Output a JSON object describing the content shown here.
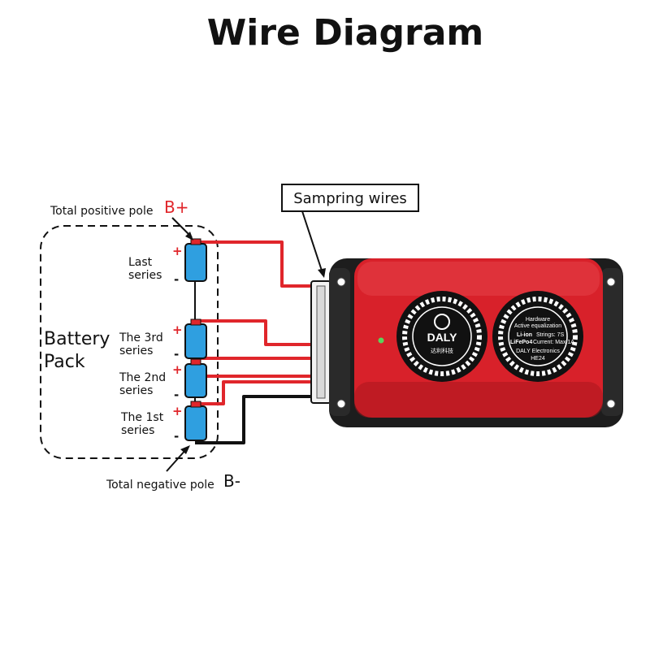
{
  "title": "Wire Diagram",
  "callout": "Sampring wires",
  "positive_pole": {
    "label": "Total positive pole",
    "symbol": "B+"
  },
  "negative_pole": {
    "label": "Total negative pole",
    "symbol": "B-"
  },
  "battery_pack": {
    "line1": "Battery",
    "line2": "Pack"
  },
  "cells": [
    {
      "line1": "Last",
      "line2": "series"
    },
    {
      "line1": "The 3rd",
      "line2": "series"
    },
    {
      "line1": "The 2nd",
      "line2": "series"
    },
    {
      "line1": "The 1st",
      "line2": "series"
    }
  ],
  "signs": {
    "plus": "+",
    "minus": "-"
  },
  "device": {
    "brand": "DALY",
    "brand_sub": "达利科技",
    "spec_title1": "Hardware",
    "spec_title2": "Active equalization",
    "spec_row1a": "Li-ion",
    "spec_row1b": "Strings: 7S",
    "spec_row2a": "LiFePo4",
    "spec_row2b": "Current: Max 1A",
    "maker": "DALY Electronics",
    "model": "HE24"
  },
  "colors": {
    "wire_red": "#e0262b",
    "wire_black": "#111111",
    "cell_blue": "#2f9fe0",
    "device_red": "#d8212a"
  }
}
